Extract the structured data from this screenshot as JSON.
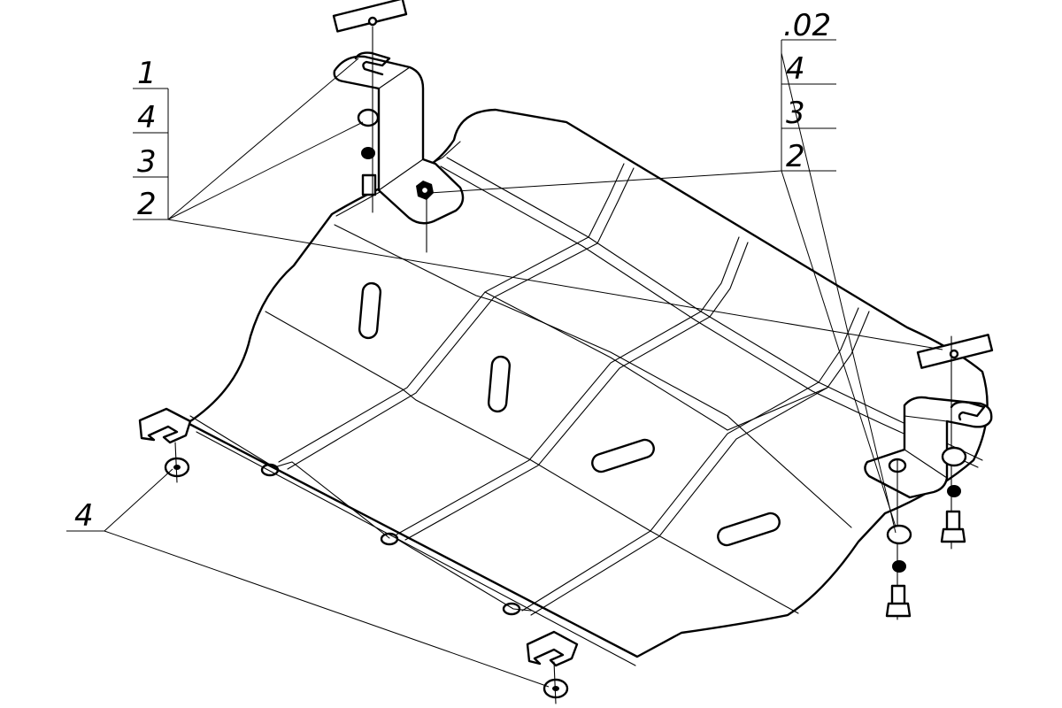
{
  "callouts": {
    "left_stack": [
      "1",
      "4",
      "3",
      "2"
    ],
    "right_stack": [
      ".02",
      "4",
      "3",
      "2"
    ],
    "bottom_left": "4"
  }
}
